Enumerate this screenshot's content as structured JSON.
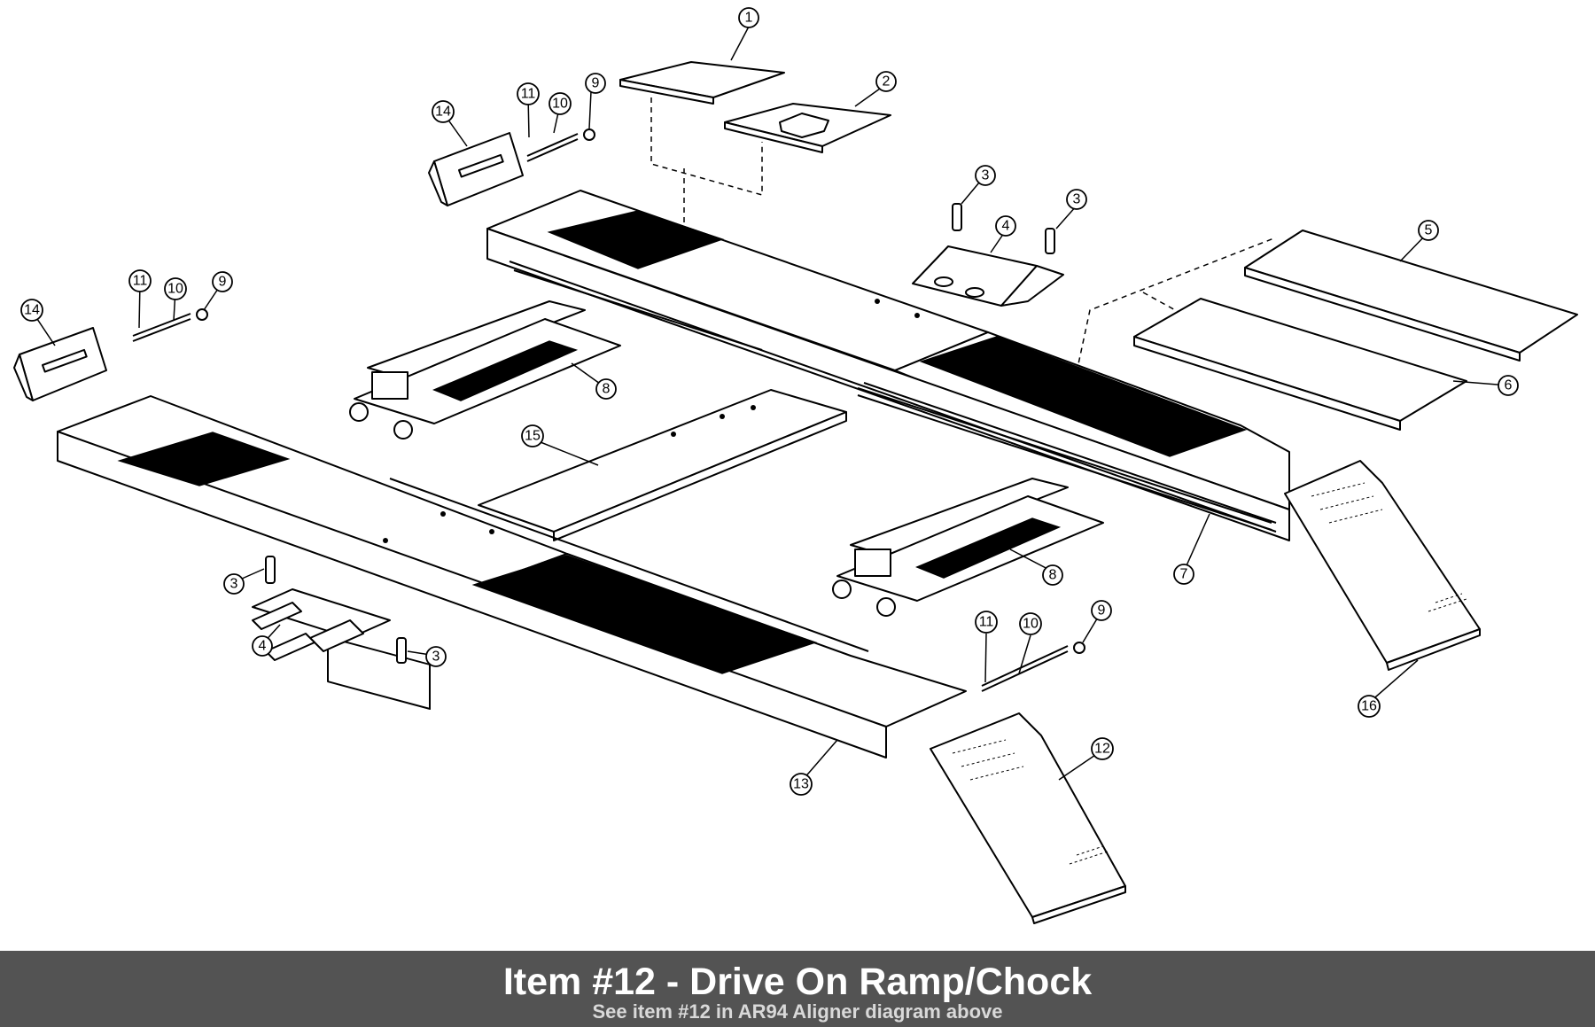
{
  "callouts": [
    {
      "label": "1"
    },
    {
      "label": "2"
    },
    {
      "label": "3"
    },
    {
      "label": "3"
    },
    {
      "label": "4"
    },
    {
      "label": "5"
    },
    {
      "label": "6"
    },
    {
      "label": "7"
    },
    {
      "label": "8"
    },
    {
      "label": "9"
    },
    {
      "label": "10"
    },
    {
      "label": "11"
    },
    {
      "label": "14"
    },
    {
      "label": "9"
    },
    {
      "label": "10"
    },
    {
      "label": "11"
    },
    {
      "label": "14"
    },
    {
      "label": "15"
    },
    {
      "label": "8"
    },
    {
      "label": "3"
    },
    {
      "label": "4"
    },
    {
      "label": "3"
    },
    {
      "label": "11"
    },
    {
      "label": "10"
    },
    {
      "label": "9"
    },
    {
      "label": "16"
    },
    {
      "label": "12"
    },
    {
      "label": "13"
    }
  ],
  "caption": {
    "title": "Item #12 - Drive On Ramp/Chock",
    "subtitle": "See item #12 in AR94 Aligner diagram above"
  },
  "colors": {
    "line": "#000000",
    "background": "#ffffff",
    "caption_bar": "#535353",
    "caption_text": "#ffffff"
  }
}
